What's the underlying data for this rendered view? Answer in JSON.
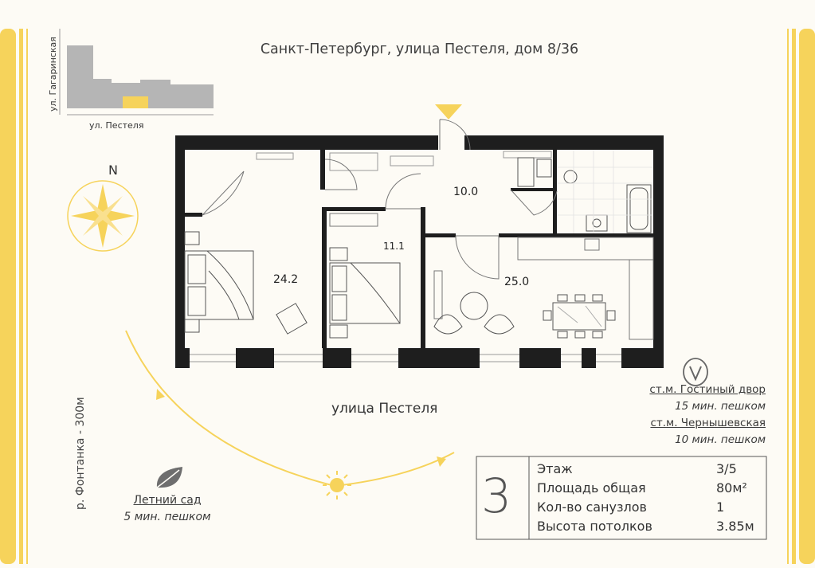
{
  "header": {
    "address": "Санкт-Петербург, улица Пестеля, дом 8/36"
  },
  "location_map": {
    "street_horizontal": "ул. Пестеля",
    "street_vertical": "ул. Гагаринская"
  },
  "compass": {
    "north_label": "N"
  },
  "plan": {
    "street_label": "улица Пестеля",
    "rooms": [
      {
        "id": "bedroom-large",
        "area": "24.2"
      },
      {
        "id": "bedroom-small",
        "area": "11.1"
      },
      {
        "id": "hall",
        "area": "10.0"
      },
      {
        "id": "kitchen-living",
        "area": "25.0"
      }
    ]
  },
  "metro": {
    "station_1": "ст.м. Гостиный двор",
    "walk_1": "15 мин. пешком",
    "station_2": "ст.м. Чернышевская",
    "walk_2": "10 мин. пешком"
  },
  "nearby": {
    "river": "р. Фонтанка - 300м",
    "garden_name": "Летний сад",
    "garden_walk": "5 мин. пешком"
  },
  "specs": {
    "floor_number": "3",
    "rows": [
      {
        "label": "Этаж",
        "value": "3/5"
      },
      {
        "label": "Площадь общая",
        "value": "80м²"
      },
      {
        "label": "Кол-во санузлов",
        "value": "1"
      },
      {
        "label": "Высота потолков",
        "value": "3.85м"
      }
    ]
  },
  "colors": {
    "accent": "#f6d35b",
    "wall": "#1e1e1e",
    "text": "#3a3a3a"
  }
}
